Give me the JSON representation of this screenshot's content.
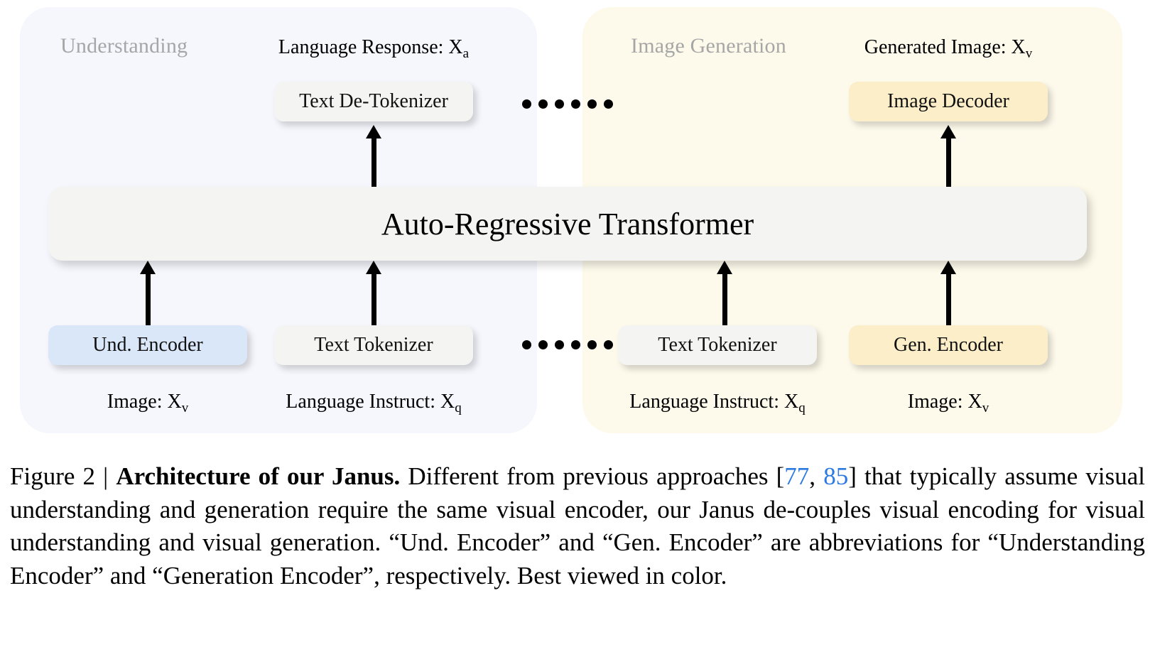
{
  "figure": {
    "panels": [
      {
        "id": "understanding",
        "title": "Understanding",
        "bg_color": "#f5f7fd"
      },
      {
        "id": "generation",
        "title": "Image Generation",
        "bg_color": "#fdfaeb"
      }
    ],
    "transformer": {
      "label": "Auto-Regressive Transformer",
      "color": "#f4f4f3"
    },
    "boxes": {
      "text_detokenizer": "Text De-Tokenizer",
      "image_decoder": "Image Decoder",
      "und_encoder": "Und. Encoder",
      "text_tokenizer_left": "Text Tokenizer",
      "text_tokenizer_right": "Text Tokenizer",
      "gen_encoder": "Gen. Encoder"
    },
    "box_colors": {
      "grey": "#f4f4f3",
      "blue": "#dae7f9",
      "yellow": "#fbeec9"
    },
    "labels": {
      "language_response": "Language Response: X",
      "language_response_sub": "a",
      "generated_image": "Generated Image: X",
      "generated_image_sub": "v",
      "image_left": "Image: X",
      "image_left_sub": "v",
      "language_instruct_left": "Language Instruct: X",
      "language_instruct_left_sub": "q",
      "language_instruct_right": "Language Instruct: X",
      "language_instruct_right_sub": "q",
      "image_right": "Image: X",
      "image_right_sub": "v"
    },
    "separator_dot_count": 6
  },
  "caption": {
    "figure_number": "Figure 2 | ",
    "bold_title": "Architecture of our Janus.",
    "text_part_1": " Different from previous approaches [",
    "citation_1": "77",
    "citation_separator": ", ",
    "citation_2": "85",
    "text_part_2": "] that typically assume visual understanding and generation require the same visual encoder, our Janus de-couples visual encoding for visual understanding and visual generation. “Und. Encoder” and “Gen. Encoder” are abbreviations for “Understanding Encoder” and “Generation Encoder”, respectively. Best viewed in color.",
    "citation_color": "#2a7ae2"
  }
}
